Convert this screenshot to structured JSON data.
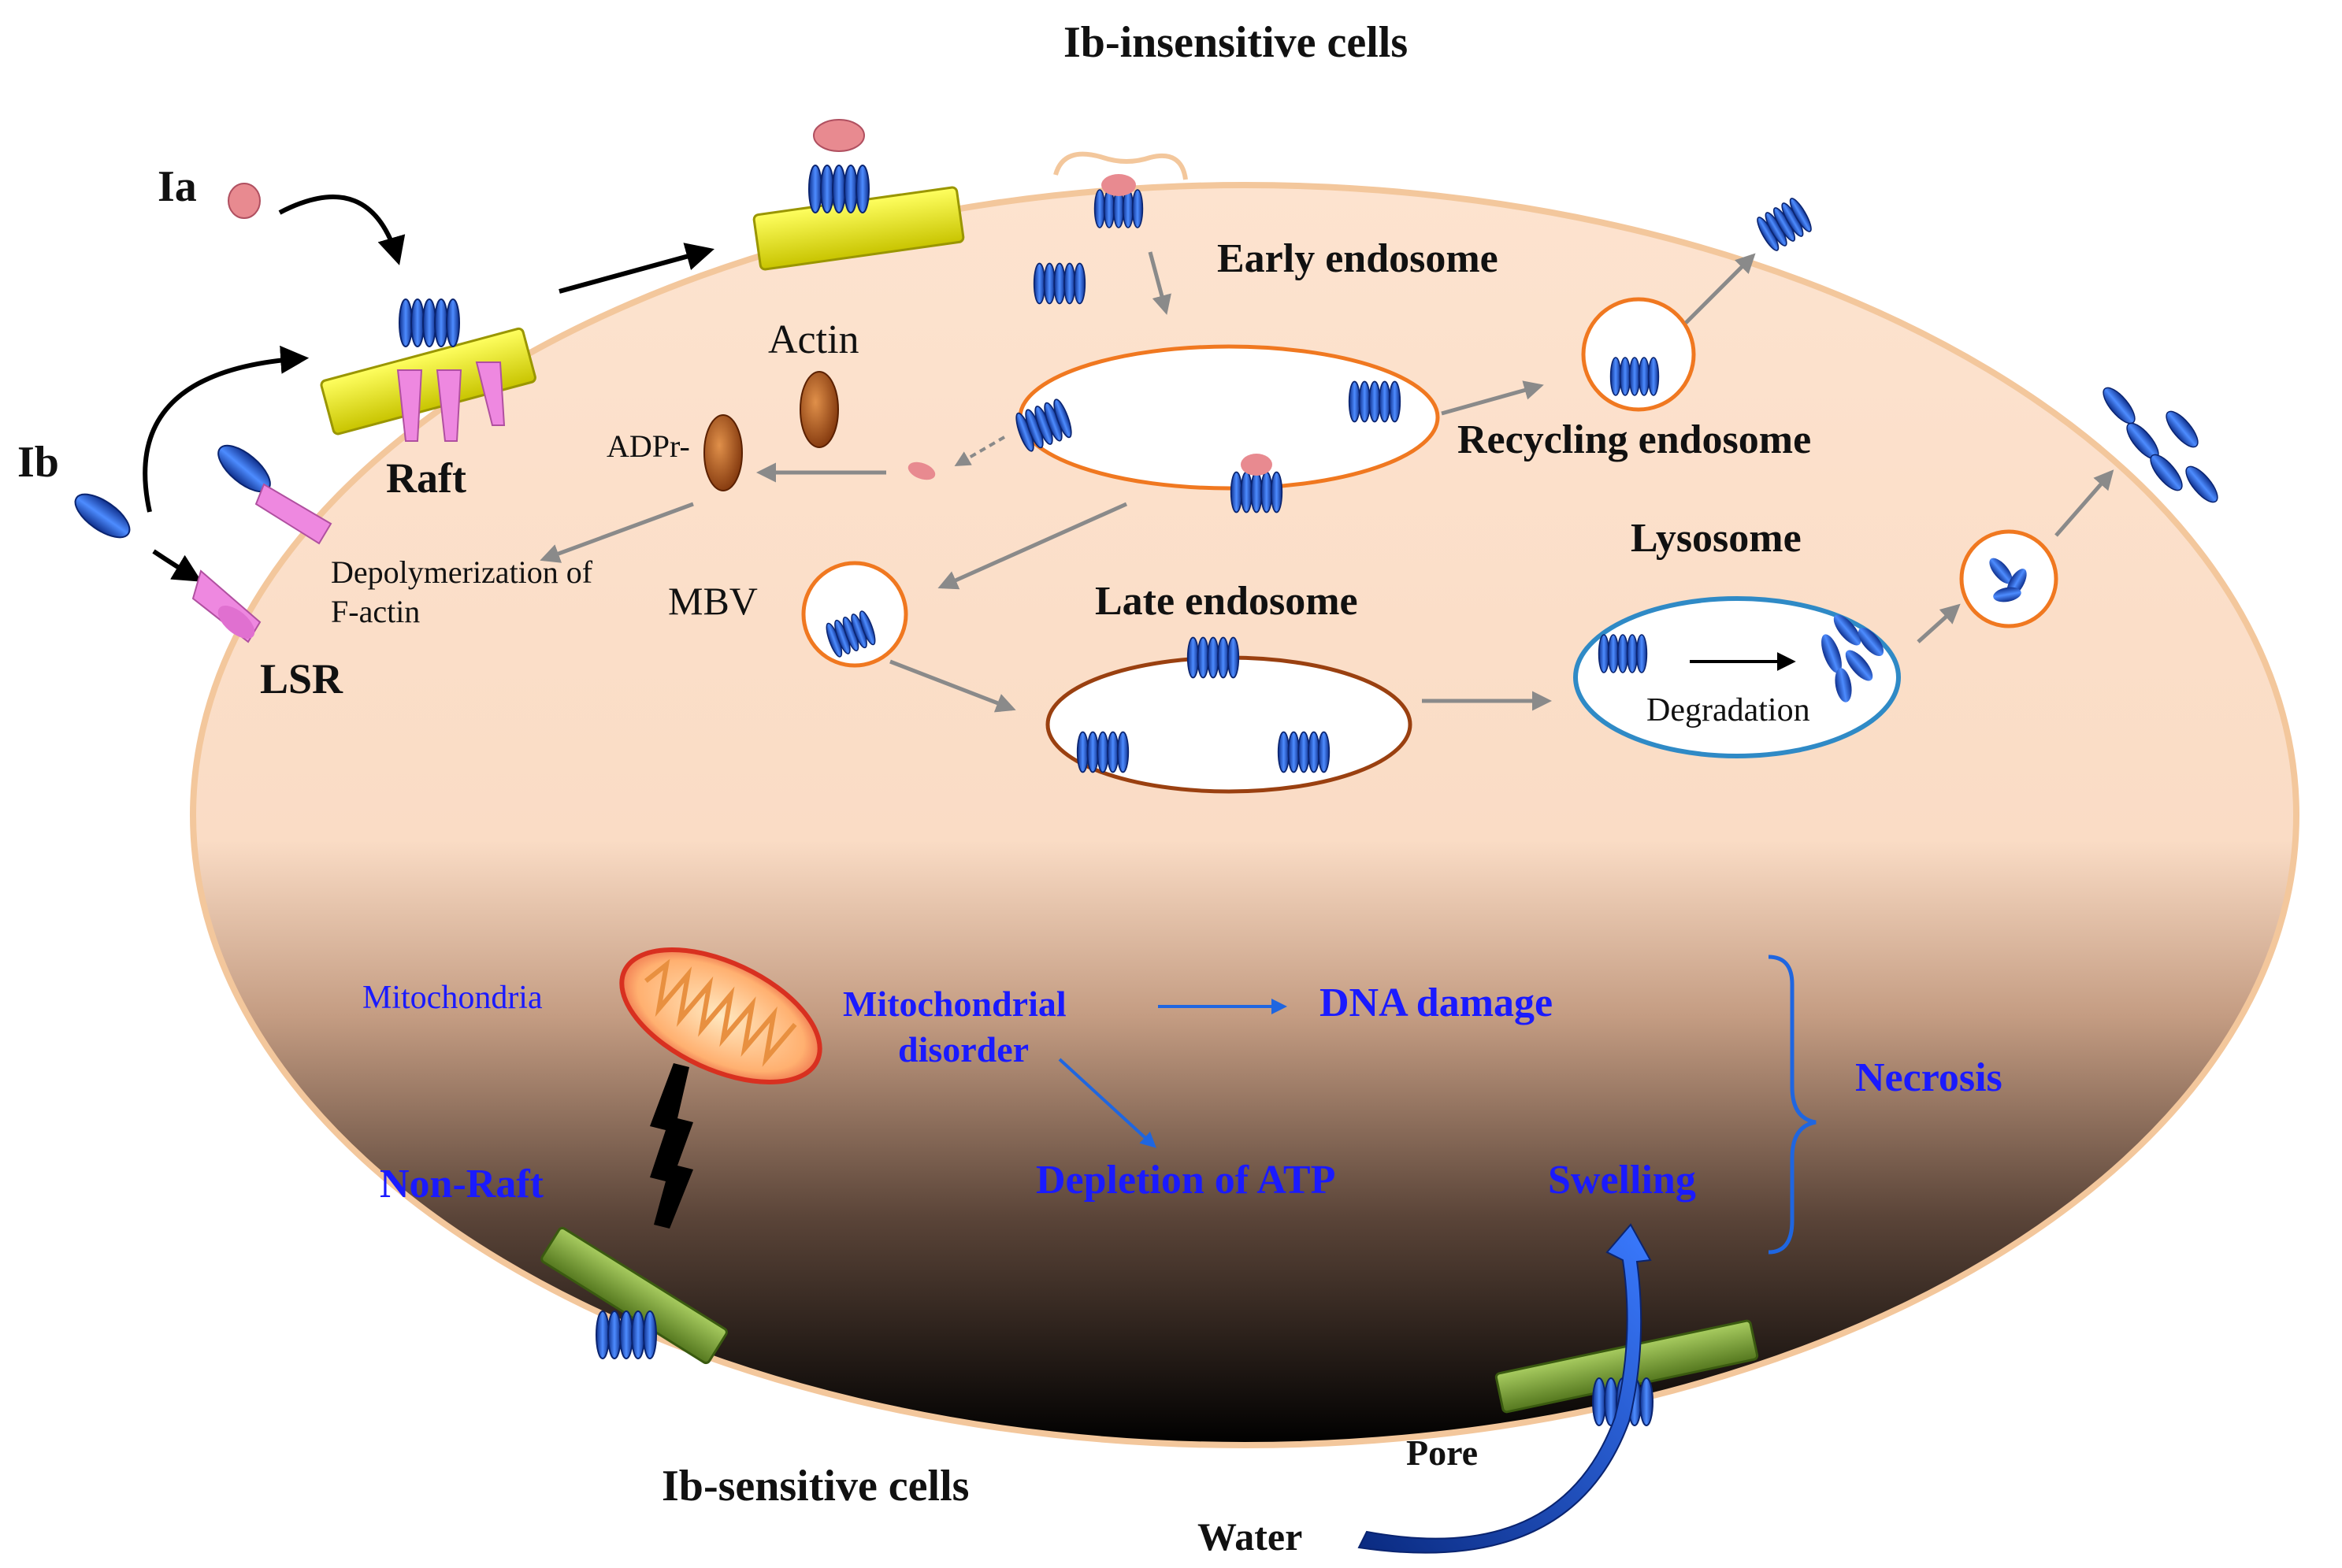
{
  "labels": {
    "title_top": "Ib-insensitive cells",
    "title_bottom": "Ib-sensitive cells",
    "ia": "Ia",
    "ib": "Ib",
    "raft": "Raft",
    "lsr": "LSR",
    "actin": "Actin",
    "adpr": "ADPr-",
    "depoly_line1": "Depolymerization of",
    "depoly_line2": "F-actin",
    "early_endosome": "Early endosome",
    "recycling_endosome": "Recycling endosome",
    "mbv": "MBV",
    "late_endosome": "Late endosome",
    "lysosome": "Lysosome",
    "degradation": "Degradation",
    "mitochondria": "Mitochondria",
    "mito_disorder_line1": "Mitochondrial",
    "mito_disorder_line2": "disorder",
    "dna_damage": "DNA damage",
    "depletion_atp": "Depletion of ATP",
    "swelling": "Swelling",
    "necrosis": "Necrosis",
    "non_raft": "Non-Raft",
    "pore": "Pore",
    "water": "Water"
  },
  "colors": {
    "cell_fill_top": "#fde3cf",
    "cell_fill_bottom": "#000000",
    "cell_border": "#f3c79c",
    "vesicle_orange": "#f07820",
    "late_endosome_border": "#9a4010",
    "lysosome_border": "#2f8ac6",
    "protein_blue": "#2a64d8",
    "ia_pink": "#e88a90",
    "receptor_pink": "#ee88e0",
    "raft_yellow": "#f4f000",
    "nonraft_green": "#7aa040",
    "actin_brown": "#b0561a",
    "arrow_gray": "#8a8a8a",
    "text_blue": "#1a1aff"
  }
}
